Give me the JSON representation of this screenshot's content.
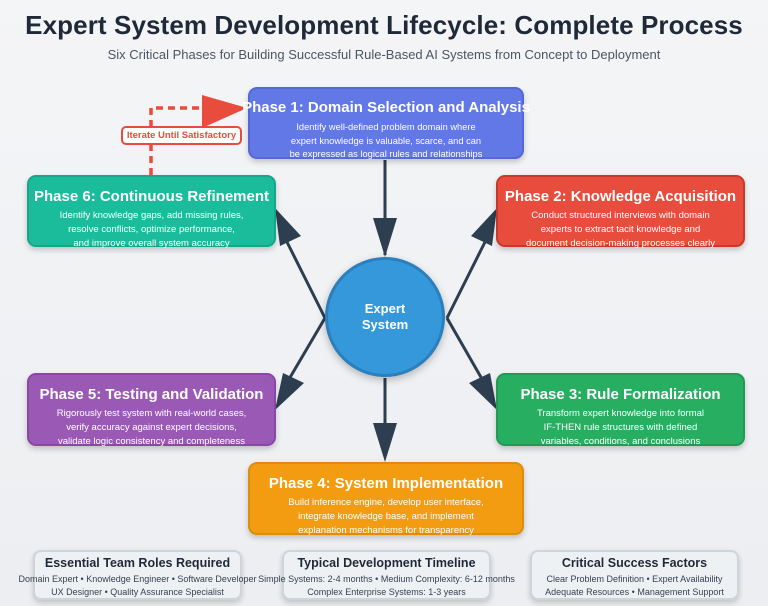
{
  "header": {
    "title": "Expert System Development Lifecycle: Complete Process",
    "subtitle": "Six Critical Phases for Building Successful Rule-Based AI Systems from Concept to Deployment"
  },
  "hub": {
    "label": "Expert\nSystem",
    "color": "#3498db"
  },
  "phases": [
    {
      "id": 1,
      "title": "Phase 1: Domain Selection and Analysis",
      "description": "Identify well-defined problem domain where\nexpert knowledge is valuable, scarce, and can\nbe expressed as logical rules and relationships",
      "color": "#6278e6"
    },
    {
      "id": 2,
      "title": "Phase 2: Knowledge Acquisition",
      "description": "Conduct structured interviews with domain\nexperts to extract tacit knowledge and\ndocument decision-making processes clearly",
      "color": "#e74c3c"
    },
    {
      "id": 3,
      "title": "Phase 3: Rule Formalization",
      "description": "Transform expert knowledge into formal\nIF-THEN rule structures with defined\nvariables, conditions, and conclusions",
      "color": "#27ae60"
    },
    {
      "id": 4,
      "title": "Phase 4: System Implementation",
      "description": "Build inference engine, develop user interface,\nintegrate knowledge base, and implement\nexplanation mechanisms for transparency",
      "color": "#f39c12"
    },
    {
      "id": 5,
      "title": "Phase 5: Testing and Validation",
      "description": "Rigorously test system with real-world cases,\nverify accuracy against expert decisions,\nvalidate logic consistency and completeness",
      "color": "#9b59b6"
    },
    {
      "id": 6,
      "title": "Phase 6: Continuous Refinement",
      "description": "Identify knowledge gaps, add missing rules,\nresolve conflicts, optimize performance,\nand improve overall system accuracy",
      "color": "#1abc9c"
    }
  ],
  "feedback_loop": {
    "label": "Iterate Until Satisfactory",
    "from": "Phase 6",
    "to": "Phase 1",
    "color": "#e74c3c"
  },
  "connections": [
    {
      "from": "Phase 1",
      "to": "Expert System"
    },
    {
      "from": "Expert System",
      "to": "Phase 2"
    },
    {
      "from": "Expert System",
      "to": "Phase 3"
    },
    {
      "from": "Expert System",
      "to": "Phase 4"
    },
    {
      "from": "Expert System",
      "to": "Phase 5"
    },
    {
      "from": "Expert System",
      "to": "Phase 6"
    }
  ],
  "info_panels": [
    {
      "title": "Essential Team Roles Required",
      "lines": [
        "Domain Expert • Knowledge Engineer • Software Developer",
        "UX Designer • Quality Assurance Specialist"
      ]
    },
    {
      "title": "Typical Development Timeline",
      "lines": [
        "Simple Systems: 2-4 months • Medium Complexity: 6-12 months",
        "Complex Enterprise Systems: 1-3 years"
      ]
    },
    {
      "title": "Critical Success Factors",
      "lines": [
        "Clear Problem Definition • Expert Availability",
        "Adequate Resources • Management Support"
      ]
    }
  ]
}
